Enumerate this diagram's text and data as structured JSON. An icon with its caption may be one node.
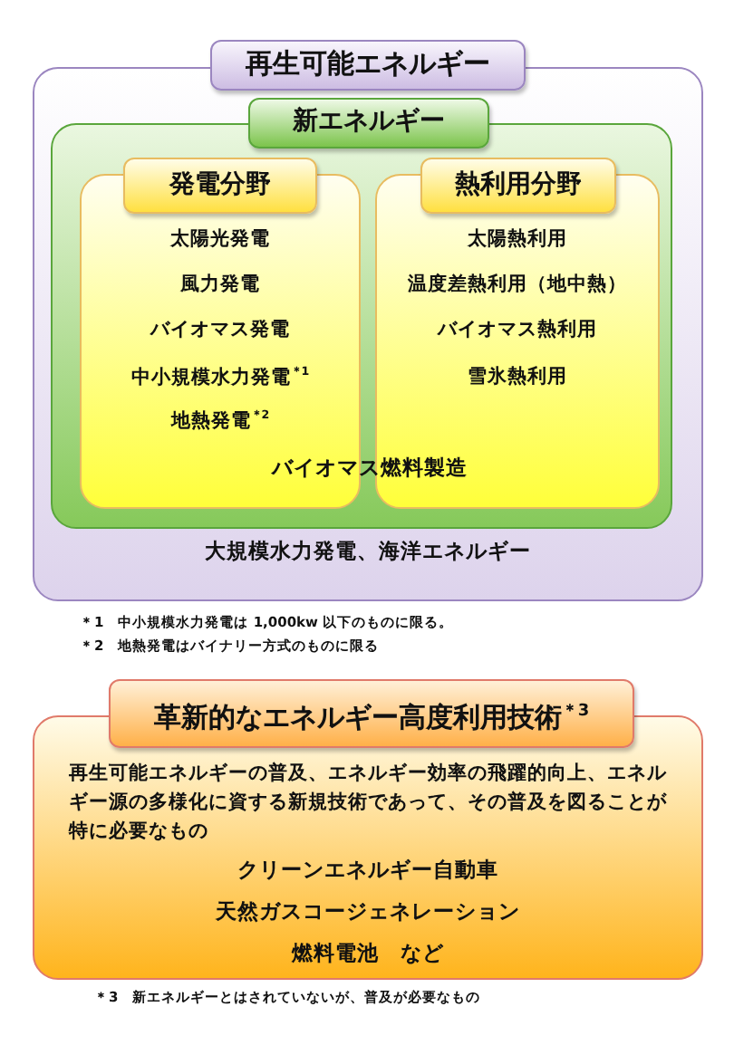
{
  "diagram": {
    "nodes": [
      {
        "text": [
          "再生可能エネルギー",
          "大規模水力発電、海洋エネルギー"
        ]
      },
      {
        "text": [
          "新エネルギー",
          "バイオマス燃料製造"
        ],
        "in": 0
      },
      {
        "text": [
          "発電分野",
          "太陽光発電",
          "風力発電",
          "バイオマス発電",
          "中小規模水力発電$^{＊1}$",
          "地熱発電$^{＊2}$"
        ],
        "in": 1
      },
      {
        "text": [
          "熱利用分野",
          "太陽熱利用",
          "温度差熱利用（地中熱）",
          "バイオマス熱利用",
          "雪氷熱利用"
        ],
        "in": 1
      },
      {
        "text": [
          "革新的なエネルギー高度利用技術$^{＊3}$",
          "再生可能エネルギーの普及、エネルギー効率の飛躍的向上、エネルギー源の多様化に資する新規技術であって、その普及を図ることが特に必要なもの",
          "クリーンエネルギー自動車",
          "天然ガスコージェネレーション",
          "燃料電池　など"
        ],
        "beside": [
          "＊3　新エネルギーとはされていないが、普及が必要なもの"
        ]
      }
    ],
    "labels": [
      "＊1　中小規模水力発電は 1,000kw 以下のものに限る。",
      "＊2　地熱発電はバイナリー方式のものに限る"
    ]
  }
}
